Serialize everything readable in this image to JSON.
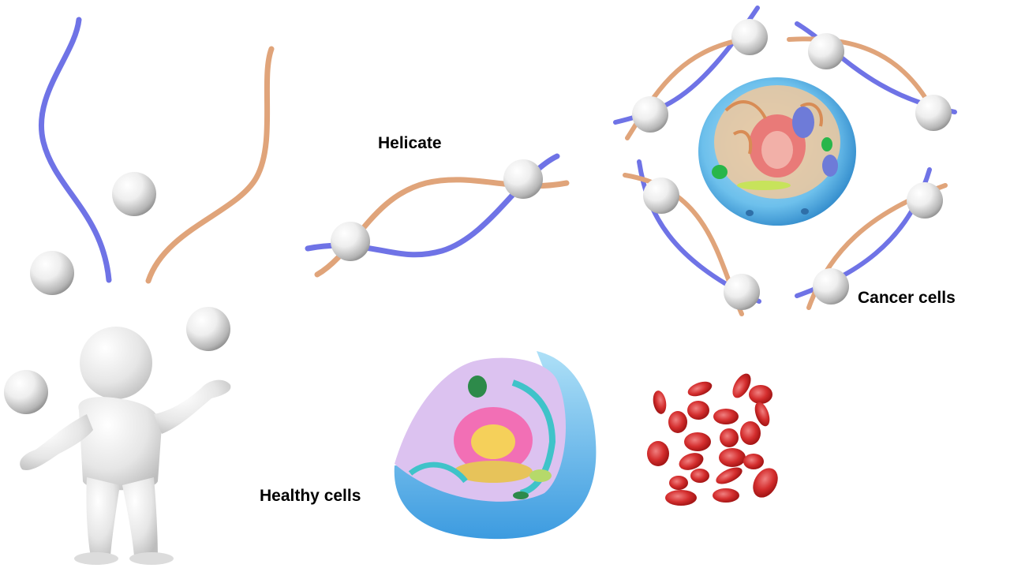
{
  "labels": {
    "helicate": "Helicate",
    "cancer_cells": "Cancer cells",
    "healthy_cells": "Healthy cells"
  },
  "colors": {
    "strand_blue": "#6f73e6",
    "strand_orange": "#e0a47a",
    "sphere_white": "#f2f2f2",
    "blood_red": "#cf2a2a",
    "cancer_cell_blue": "#5fb4e6",
    "healthy_cell_purple": "#d9b8ee"
  },
  "icons": {
    "figure": "3d-person-juggling-icon",
    "cancer_cell": "cancer-cell-cross-section-icon",
    "healthy_cell": "healthy-cell-cross-section-icon",
    "blood_cells": "red-blood-cells-icon"
  }
}
